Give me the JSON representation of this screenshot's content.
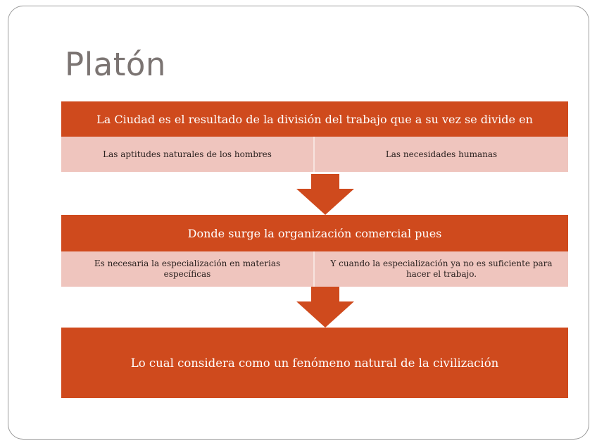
{
  "slide": {
    "title": "Platón",
    "title_color": "#7b7472",
    "accent_color": "#cf4a1d",
    "detail_color": "#efc5be",
    "frame_border_color": "#9a9a9a",
    "background_color": "#ffffff"
  },
  "blocks": [
    {
      "header": "La Ciudad es el resultado de la división del trabajo que a su vez se divide en",
      "details": [
        "Las aptitudes naturales de los hombres",
        "Las necesidades humanas"
      ]
    },
    {
      "header": "Donde surge la organización comercial pues",
      "details": [
        "Es necesaria la especialización en materias específicas",
        "Y cuando la especialización ya no es suficiente para hacer el trabajo."
      ]
    },
    {
      "header": "Lo cual considera como un fenómeno natural de la civilización",
      "details": []
    }
  ],
  "connectors": [
    {
      "name": "down-arrow-1"
    },
    {
      "name": "down-arrow-2"
    }
  ]
}
